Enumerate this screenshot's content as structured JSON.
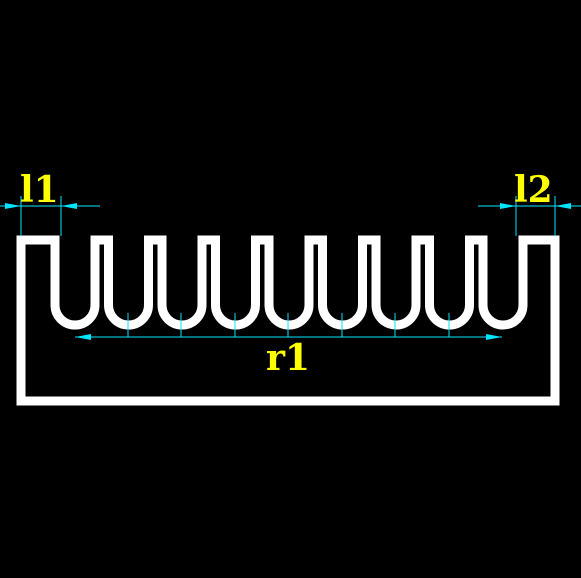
{
  "labels": {
    "left_dimension": "l1",
    "right_dimension": "l2",
    "bottom_dimension": "r1"
  },
  "colors": {
    "background": "#000000",
    "outline": "#ffffff",
    "dimension_line": "#00e5ff",
    "dimension_text": "#ffff00"
  },
  "profile": {
    "slot_count": 9
  }
}
